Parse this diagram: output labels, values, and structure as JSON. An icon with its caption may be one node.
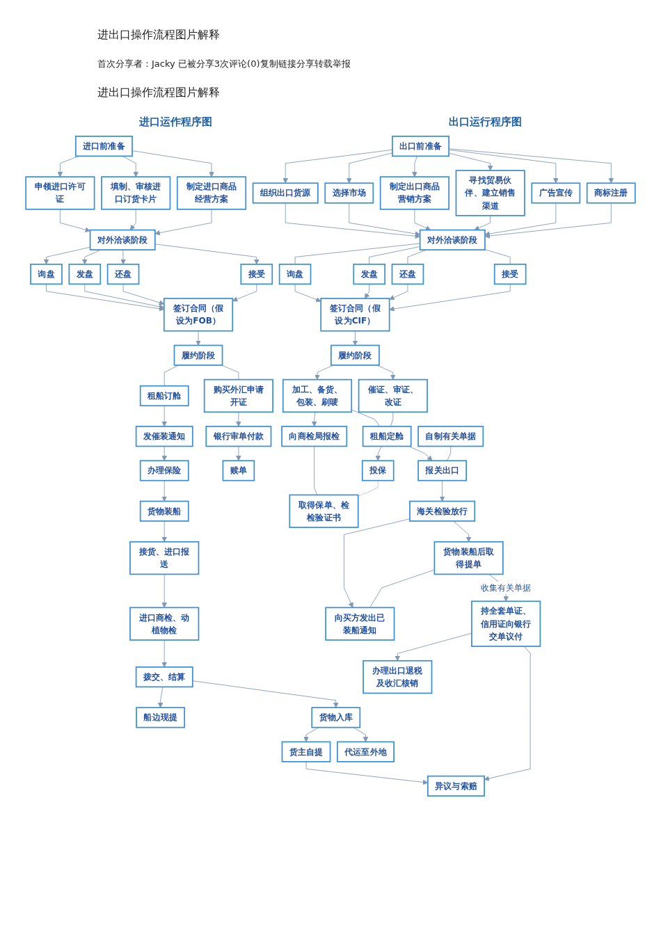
{
  "diagram": {
    "title": "进出口操作流程图片解释",
    "nodes": [
      {
        "text": [
          "进口前准备"
        ]
      },
      {
        "text": [
          "申领进口许可证"
        ]
      },
      {
        "text": [
          "填制、审核进口订货卡片"
        ]
      },
      {
        "text": [
          "制定进口商品经营方案"
        ]
      },
      {
        "text": [
          "对外洽谈阶段"
        ]
      },
      {
        "text": [
          "询盘"
        ]
      },
      {
        "text": [
          "发盘"
        ]
      },
      {
        "text": [
          "还盘"
        ]
      },
      {
        "text": [
          "接受"
        ]
      },
      {
        "text": [
          "签订合同（假设为FOB）"
        ]
      },
      {
        "text": [
          "履约阶段"
        ]
      },
      {
        "text": [
          "租船订舱"
        ]
      },
      {
        "text": [
          "购买外汇申请开证"
        ]
      },
      {
        "text": [
          "发催装通知"
        ]
      },
      {
        "text": [
          "银行审单付款"
        ]
      },
      {
        "text": [
          "办理保险"
        ]
      },
      {
        "text": [
          "赎单"
        ]
      },
      {
        "text": [
          "货物装船"
        ]
      },
      {
        "text": [
          "接货、进口报送"
        ]
      },
      {
        "text": [
          "进口商检、动植物检"
        ]
      },
      {
        "text": [
          "拨交、结算"
        ]
      },
      {
        "text": [
          "船边现提"
        ]
      },
      {
        "text": [
          "货物入库"
        ]
      },
      {
        "text": [
          "货主自提"
        ]
      },
      {
        "text": [
          "代运至外地"
        ]
      },
      {
        "text": [
          "异议与索赔"
        ]
      },
      {
        "text": [
          "出口前准备"
        ]
      },
      {
        "text": [
          "组织出口货源"
        ]
      },
      {
        "text": [
          "选择市场"
        ]
      },
      {
        "text": [
          "制定出口商品营销方案"
        ]
      },
      {
        "text": [
          "寻找贸易伙伴、建立销售渠道"
        ]
      },
      {
        "text": [
          "广告宣传"
        ]
      },
      {
        "text": [
          "商标注册"
        ]
      },
      {
        "text": [
          "对外洽谈阶段"
        ]
      },
      {
        "text": [
          "询盘"
        ]
      },
      {
        "text": [
          "发盘"
        ]
      },
      {
        "text": [
          "还盘"
        ]
      },
      {
        "text": [
          "接受"
        ]
      },
      {
        "text": [
          "签订合同（假设为CIF）"
        ]
      },
      {
        "text": [
          "履约阶段"
        ]
      },
      {
        "text": [
          "加工、备货、包装、刷唛"
        ]
      },
      {
        "text": [
          "催证、审证、改证"
        ]
      },
      {
        "text": [
          "向商检局报检"
        ]
      },
      {
        "text": [
          "租船定舱"
        ]
      },
      {
        "text": [
          "投保"
        ]
      },
      {
        "text": [
          "取得保单、检检验证书"
        ]
      },
      {
        "text": [
          "自制有关单据"
        ]
      },
      {
        "text": [
          "报关出口"
        ]
      },
      {
        "text": [
          "海关检验放行"
        ]
      },
      {
        "text": [
          "货物装船后取得提单"
        ]
      },
      {
        "text": [
          "向买方发出已装船通知"
        ]
      },
      {
        "text": [
          "持全套单证、信用证向银行交单议付"
        ]
      },
      {
        "text": [
          "办理出口退税及收汇核销"
        ]
      }
    ],
    "edges": [
      {
        "from": 0,
        "to": 1,
        "arrow": "to"
      },
      {
        "from": 0,
        "to": 2,
        "arrow": "to"
      },
      {
        "from": 0,
        "to": 3,
        "arrow": "to"
      },
      {
        "from": 1,
        "to": 4,
        "arrow": "to"
      },
      {
        "from": 2,
        "to": 4,
        "arrow": "to"
      },
      {
        "from": 3,
        "to": 4,
        "arrow": "to"
      },
      {
        "from": 4,
        "to": 5,
        "arrow": "to"
      },
      {
        "from": 4,
        "to": 6,
        "arrow": "to"
      },
      {
        "from": 4,
        "to": 7,
        "arrow": "to"
      },
      {
        "from": 4,
        "to": 8,
        "arrow": "to"
      },
      {
        "from": 5,
        "to": 9,
        "arrow": "to"
      },
      {
        "from": 6,
        "to": 9,
        "arrow": "to"
      },
      {
        "from": 7,
        "to": 9,
        "arrow": "to"
      },
      {
        "from": 8,
        "to": 9,
        "arrow": "to"
      },
      {
        "from": 9,
        "to": 10,
        "arrow": "to"
      },
      {
        "from": 10,
        "to": 11,
        "arrow": "none"
      },
      {
        "from": 10,
        "to": 12,
        "arrow": "none"
      },
      {
        "from": 11,
        "to": 13,
        "arrow": "to"
      },
      {
        "from": 12,
        "to": 14,
        "arrow": "to"
      },
      {
        "from": 13,
        "to": 15,
        "arrow": "to"
      },
      {
        "from": 14,
        "to": 16,
        "arrow": "to"
      },
      {
        "from": 15,
        "to": 17,
        "arrow": "to"
      },
      {
        "from": 17,
        "to": 18,
        "arrow": "to"
      },
      {
        "from": 18,
        "to": 19,
        "arrow": "to"
      },
      {
        "from": 19,
        "to": 20,
        "arrow": "to"
      },
      {
        "from": 20,
        "to": 21,
        "arrow": "to"
      },
      {
        "from": 20,
        "to": 22,
        "arrow": "to"
      },
      {
        "from": 22,
        "to": 23,
        "arrow": "to"
      },
      {
        "from": 22,
        "to": 24,
        "arrow": "to"
      },
      {
        "from": 23,
        "to": 25,
        "arrow": "to"
      },
      {
        "from": 26,
        "to": 27,
        "arrow": "to"
      },
      {
        "from": 26,
        "to": 28,
        "arrow": "to"
      },
      {
        "from": 26,
        "to": 29,
        "arrow": "to"
      },
      {
        "from": 26,
        "to": 30,
        "arrow": "to"
      },
      {
        "from": 26,
        "to": 31,
        "arrow": "to"
      },
      {
        "from": 26,
        "to": 32,
        "arrow": "to"
      },
      {
        "from": 27,
        "to": 33,
        "arrow": "to"
      },
      {
        "from": 28,
        "to": 33,
        "arrow": "to"
      },
      {
        "from": 29,
        "to": 33,
        "arrow": "to"
      },
      {
        "from": 30,
        "to": 33,
        "arrow": "to"
      },
      {
        "from": 31,
        "to": 33,
        "arrow": "to"
      },
      {
        "from": 32,
        "to": 33,
        "arrow": "to"
      },
      {
        "from": 33,
        "to": 34,
        "arrow": "none"
      },
      {
        "from": 33,
        "to": 35,
        "arrow": "none"
      },
      {
        "from": 33,
        "to": 36,
        "arrow": "none"
      },
      {
        "from": 33,
        "to": 37,
        "arrow": "none"
      },
      {
        "from": 34,
        "to": 38,
        "arrow": "to"
      },
      {
        "from": 35,
        "to": 38,
        "arrow": "to"
      },
      {
        "from": 36,
        "to": 38,
        "arrow": "to"
      },
      {
        "from": 37,
        "to": 38,
        "arrow": "to"
      },
      {
        "from": 38,
        "to": 39,
        "arrow": "to"
      },
      {
        "from": 39,
        "to": 40,
        "arrow": "to"
      },
      {
        "from": 39,
        "to": 41,
        "arrow": "to"
      },
      {
        "from": 40,
        "to": 42,
        "arrow": "to"
      },
      {
        "from": 40,
        "to": 43,
        "arrow": "none"
      },
      {
        "from": 41,
        "to": 43,
        "arrow": "none"
      },
      {
        "from": 43,
        "to": 44,
        "arrow": "to"
      },
      {
        "from": 42,
        "to": 45,
        "arrow": "none"
      },
      {
        "from": 44,
        "to": 45,
        "arrow": "none",
        "style": "dashed"
      },
      {
        "from": 43,
        "to": 47,
        "arrow": "to"
      },
      {
        "from": 46,
        "to": 47,
        "arrow": "none"
      },
      {
        "from": 47,
        "to": 48,
        "arrow": "to"
      },
      {
        "from": 48,
        "to": 49,
        "arrow": "to"
      },
      {
        "from": 48,
        "to": 50,
        "arrow": "to"
      },
      {
        "from": 49,
        "to": 50,
        "arrow": "none"
      },
      {
        "from": 49,
        "to": 51,
        "arrow": "to",
        "label": "收集有关单据"
      },
      {
        "from": 51,
        "to": 52,
        "arrow": "to"
      },
      {
        "from": 51,
        "to": 25,
        "arrow": "to"
      }
    ],
    "labels": [
      "首次分享者：Jacky 已被分享3次评论(0)复制链接分享转载举报",
      "进出口操作流程图片解释",
      "进口运作程序图",
      "出口运行程序图"
    ]
  }
}
